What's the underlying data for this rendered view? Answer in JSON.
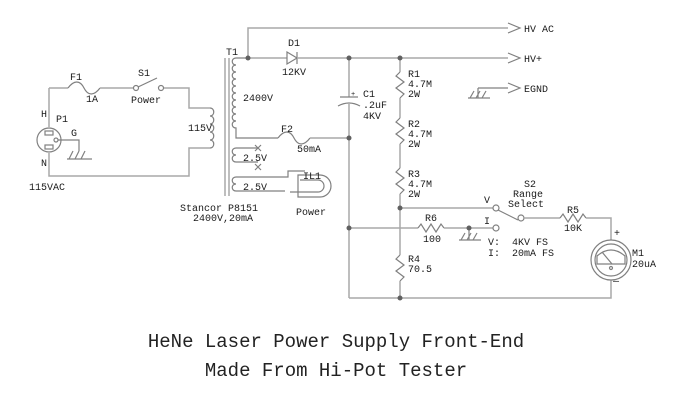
{
  "title": {
    "line1": "HeNe Laser Power Supply Front-End",
    "line2": "Made From Hi-Pot Tester"
  },
  "input": {
    "plug_ref": "P1",
    "hot": "H",
    "neutral": "N",
    "ground": "G",
    "voltage": "115VAC"
  },
  "fuse1": {
    "ref": "F1",
    "value": "1A"
  },
  "switch1": {
    "ref": "S1",
    "label": "Power"
  },
  "transformer": {
    "ref": "T1",
    "primary": "115V",
    "secondary_hv": "2400V",
    "fil1": "2.5V",
    "fil2": "2.5V",
    "part": "Stancor P8151",
    "rating": "2400V,20mA"
  },
  "diode": {
    "ref": "D1",
    "value": "12KV"
  },
  "fuse2": {
    "ref": "F2",
    "value": "50mA"
  },
  "lamp": {
    "ref": "IL1",
    "label": "Power"
  },
  "capacitor": {
    "ref": "C1",
    "value": ".2uF",
    "voltage": "4KV",
    "plus": "+"
  },
  "resistors": [
    {
      "ref": "R1",
      "value": "4.7M",
      "power": "2W"
    },
    {
      "ref": "R2",
      "value": "4.7M",
      "power": "2W"
    },
    {
      "ref": "R3",
      "value": "4.7M",
      "power": "2W"
    },
    {
      "ref": "R4",
      "value": "70.5"
    },
    {
      "ref": "R5",
      "value": "10K"
    },
    {
      "ref": "R6",
      "value": "100"
    }
  ],
  "outputs": {
    "hv_ac": "HV AC",
    "hv_plus": "HV+",
    "egnd": "EGND"
  },
  "switch2": {
    "ref": "S2",
    "label1": "Range",
    "label2": "Select",
    "pos_v": "V",
    "pos_i": "I",
    "note_v": "V:  4KV FS",
    "note_i": "I:  20mA FS"
  },
  "meter": {
    "ref": "M1",
    "value": "20uA",
    "plus": "+",
    "minus": "—"
  },
  "nc_mark": "×"
}
